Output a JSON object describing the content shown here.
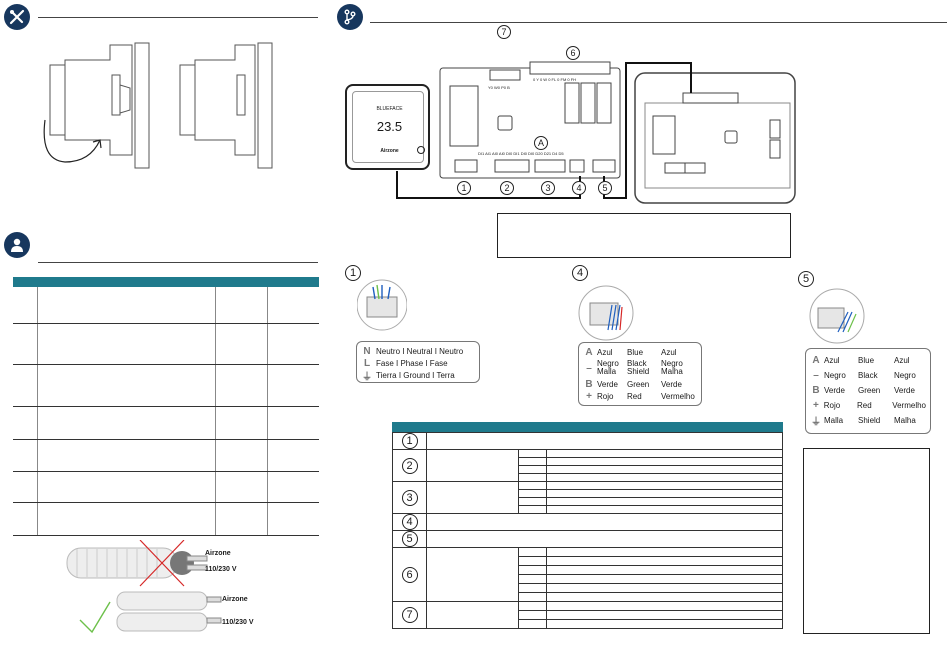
{
  "colors": {
    "navy": "#17375e",
    "teal": "#1f7a8c",
    "cable_red": "#d62828",
    "check_green": "#6cc04a"
  },
  "icons": {
    "tools": "wrench-screwdriver-icon",
    "wiring": "wiring-icon",
    "user": "installer-user-icon"
  },
  "thermostat": {
    "brand": "BLUEFACE",
    "temperature": "23.5",
    "logo": "Airzone"
  },
  "board_a": {
    "callouts": [
      "1",
      "2",
      "3",
      "4",
      "5",
      "6",
      "7"
    ],
    "center_label": "A",
    "top_labels_left": "Y0 W0 P0 B",
    "top_labels_right": "0  Y  0  W  0  FL  0  FM  0  FH",
    "bottom_labels": "DI1  AI1  AI0  AI0  DI0  DI1  DI0  DI0  D20 D21  D4  D5"
  },
  "legend_1": [
    {
      "symbol": "N",
      "text": "Neutro I Neutral I Neutro"
    },
    {
      "symbol": "L",
      "text": "Fase I Phase I Fase"
    },
    {
      "symbol": "⏚",
      "text": "Tierra I Ground I Terra"
    }
  ],
  "legend_4": [
    {
      "symbol": "A",
      "es": "Azul",
      "en": "Blue",
      "pt": "Azul"
    },
    {
      "symbol": "–",
      "es": "Negro Malla",
      "en": "Black Shield",
      "pt": "Negro Malha"
    },
    {
      "symbol": "B",
      "es": "Verde",
      "en": "Green",
      "pt": "Verde"
    },
    {
      "symbol": "+",
      "es": "Rojo",
      "en": "Red",
      "pt": "Vermelho"
    }
  ],
  "legend_5": [
    {
      "symbol": "A",
      "es": "Azul",
      "en": "Blue",
      "pt": "Azul"
    },
    {
      "symbol": "–",
      "es": "Negro",
      "en": "Black",
      "pt": "Negro"
    },
    {
      "symbol": "B",
      "es": "Verde",
      "en": "Green",
      "pt": "Verde"
    },
    {
      "symbol": "+",
      "es": "Rojo",
      "en": "Red",
      "pt": "Vermelho"
    },
    {
      "symbol": "⏚",
      "es": "Malla",
      "en": "Shield",
      "pt": "Malha"
    }
  ],
  "cables": {
    "top_label": "Airzone",
    "power": "110/230 V",
    "airzone": "Airzone",
    "power2": "110/230 V"
  },
  "right_table": {
    "row_numbers": [
      "1",
      "2",
      "3",
      "4",
      "5",
      "6",
      "7"
    ]
  },
  "section_numbers": {
    "one": "1",
    "four": "4",
    "five": "5"
  }
}
